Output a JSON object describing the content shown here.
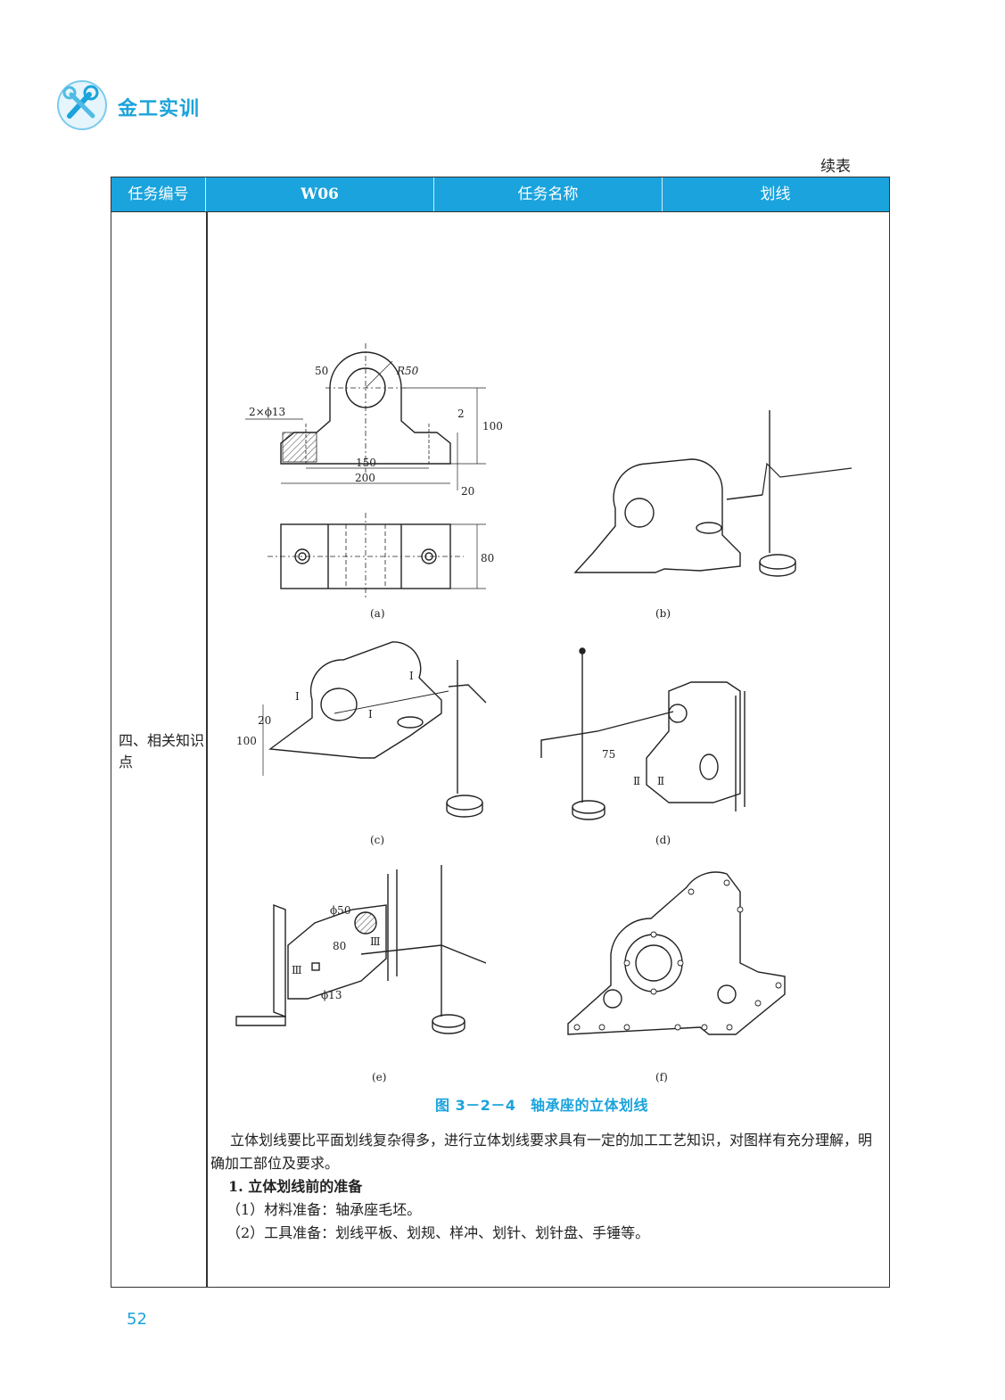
{
  "header": {
    "book_title": "金工实训",
    "continuation_label": "续表"
  },
  "table": {
    "columns": [
      "任务编号",
      "W06",
      "任务名称",
      "划线"
    ],
    "section_label": "四、相关知识点"
  },
  "figure": {
    "caption": "图 3－2－4　轴承座的立体划线",
    "subfigure_labels": [
      "(a)",
      "(b)",
      "(c)",
      "(d)",
      "(e)",
      "(f)"
    ],
    "dimension_labels": {
      "a": [
        "50",
        "R50",
        "2×ϕ13",
        "2",
        "100",
        "150",
        "200",
        "20",
        "80"
      ],
      "c": [
        "I",
        "I",
        "I",
        "20",
        "100"
      ],
      "d": [
        "75",
        "Ⅱ",
        "Ⅱ"
      ],
      "e": [
        "ϕ50",
        "80",
        "Ⅲ",
        "Ⅲ",
        "ϕ13"
      ]
    }
  },
  "body": {
    "paragraph": "立体划线要比平面划线复杂得多，进行立体划线要求具有一定的加工工艺知识，对图样有充分理解，明确加工部位及要求。",
    "heading": "1. 立体划线前的准备",
    "items": [
      "（1）材料准备：轴承座毛坯。",
      "（2）工具准备：划线平板、划规、样冲、划针、划针盘、手锤等。"
    ]
  },
  "page_number": "52",
  "colors": {
    "accent": "#1aa3dc",
    "line": "#333333"
  }
}
